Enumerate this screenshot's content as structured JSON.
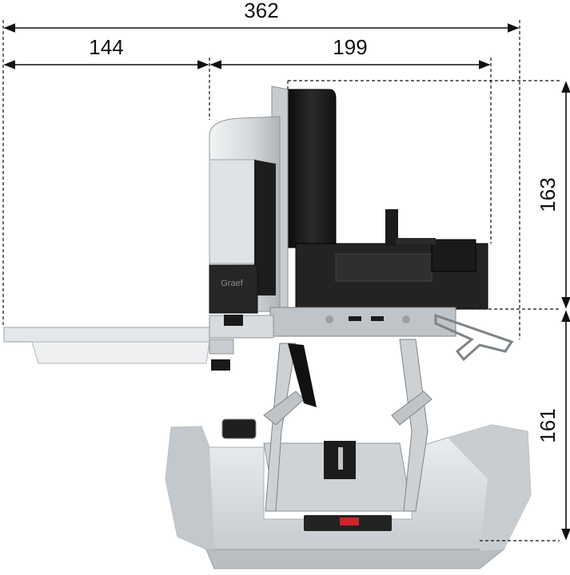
{
  "dimensions": {
    "overall_width": "362",
    "tray_width": "144",
    "body_width": "199",
    "upper_height": "163",
    "lower_height": "161"
  },
  "logo": {
    "text": "Graef"
  },
  "colors": {
    "line": "#111111",
    "machine_black": "#1e1e1e",
    "machine_dark": "#2c2c2c",
    "metal": "#c9cdd1",
    "metal_light": "#e6e9ec",
    "tray": "#dfe3e6",
    "base": "#d7dbde",
    "red_accent": "#d2232a"
  }
}
